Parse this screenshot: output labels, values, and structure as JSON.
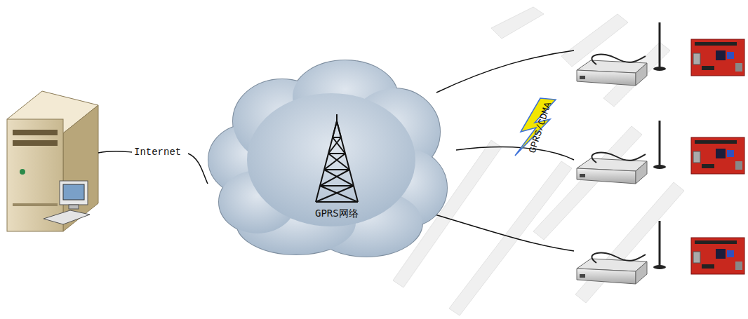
{
  "diagram": {
    "nodes": [
      {
        "text": [
          "GPRS网络"
        ]
      }
    ],
    "edges": [],
    "labels": [
      "Internet",
      "GPRS/CDMA"
    ]
  }
}
